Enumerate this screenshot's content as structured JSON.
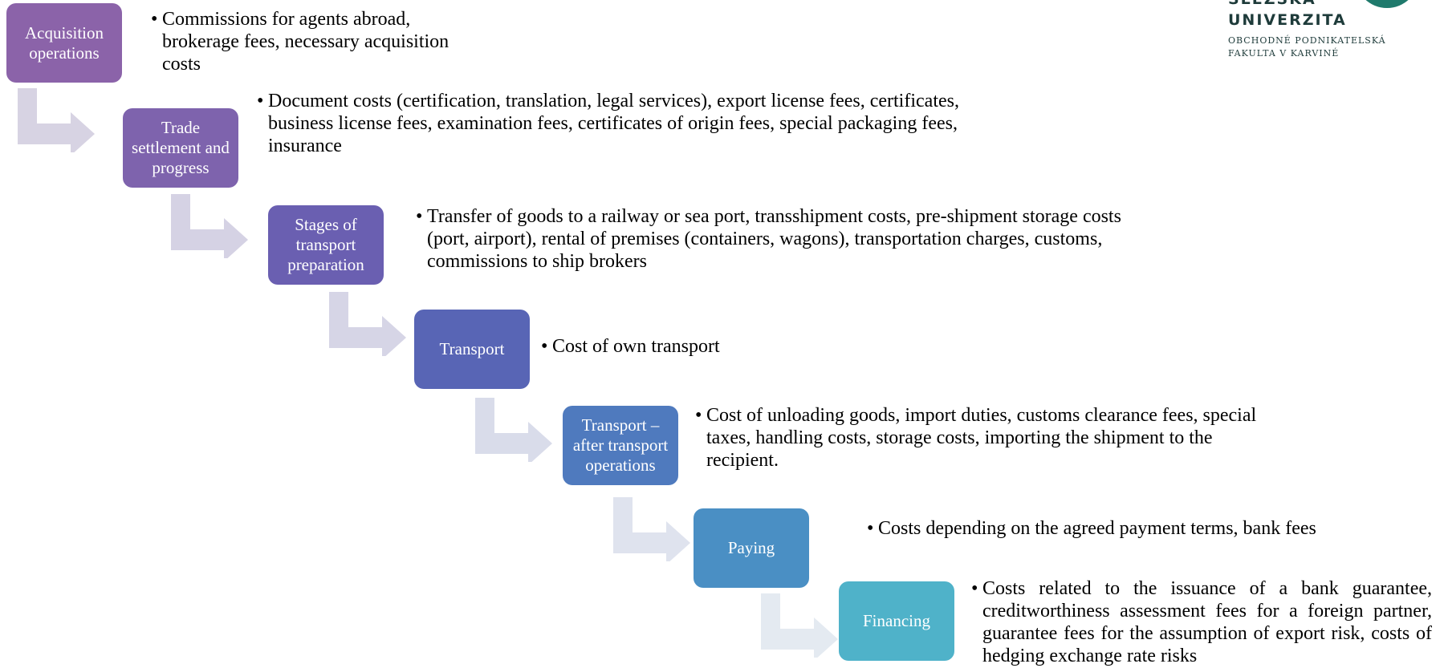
{
  "logo": {
    "line1": "SLEZSKÁ",
    "line2": "UNIVERZITA",
    "line3": "OBCHODNÉ PODNIKATELSKÁ",
    "line4": "FAKULTA V KARVINÉ"
  },
  "steps": [
    {
      "label": "Acquisition operations",
      "color": "#8b63a9",
      "arrow_color": "#d7d3e3",
      "bullet": "•",
      "text": "Commissions for agents abroad, brokerage fees, necessary acquisition costs"
    },
    {
      "label": "Trade settlement and progress",
      "color": "#7e63ad",
      "arrow_color": "#d5d2e4",
      "bullet": "•",
      "text": "Document costs (certification, translation, legal services), export license fees, certificates, business license fees, examination fees, certificates of origin fees, special packaging fees, insurance"
    },
    {
      "label": "Stages of transport preparation",
      "color": "#6a5fb1",
      "arrow_color": "#d6d5e6",
      "bullet": "•",
      "text": "Transfer of goods to a railway or sea port, transshipment costs, pre-shipment storage costs (port, airport), rental of premises (containers, wagons), transportation charges, customs, commissions to ship brokers"
    },
    {
      "label": "Transport",
      "color": "#5865b5",
      "arrow_color": "#d9dcea",
      "bullet": "•",
      "text": "Cost of own transport"
    },
    {
      "label": "Transport – after transport operations",
      "color": "#4f7abe",
      "arrow_color": "#dfe3ee",
      "bullet": "•",
      "text": "Cost of unloading goods, import duties, customs clearance fees, special taxes, handling costs, storage costs, importing the shipment to the recipient."
    },
    {
      "label": "Paying",
      "color": "#4a8fc4",
      "arrow_color": "#e4eaf1",
      "bullet": "•",
      "text": "Costs depending on the agreed payment terms, bank fees"
    },
    {
      "label": "Financing",
      "color": "#4fb2c9",
      "arrow_color": "#e9f0f3",
      "bullet": "•",
      "text": "Costs related to the issuance of a bank guarantee, creditworthiness assessment fees for a foreign partner, guarantee fees for the assumption of export risk, costs of hedging exchange rate risks"
    }
  ]
}
